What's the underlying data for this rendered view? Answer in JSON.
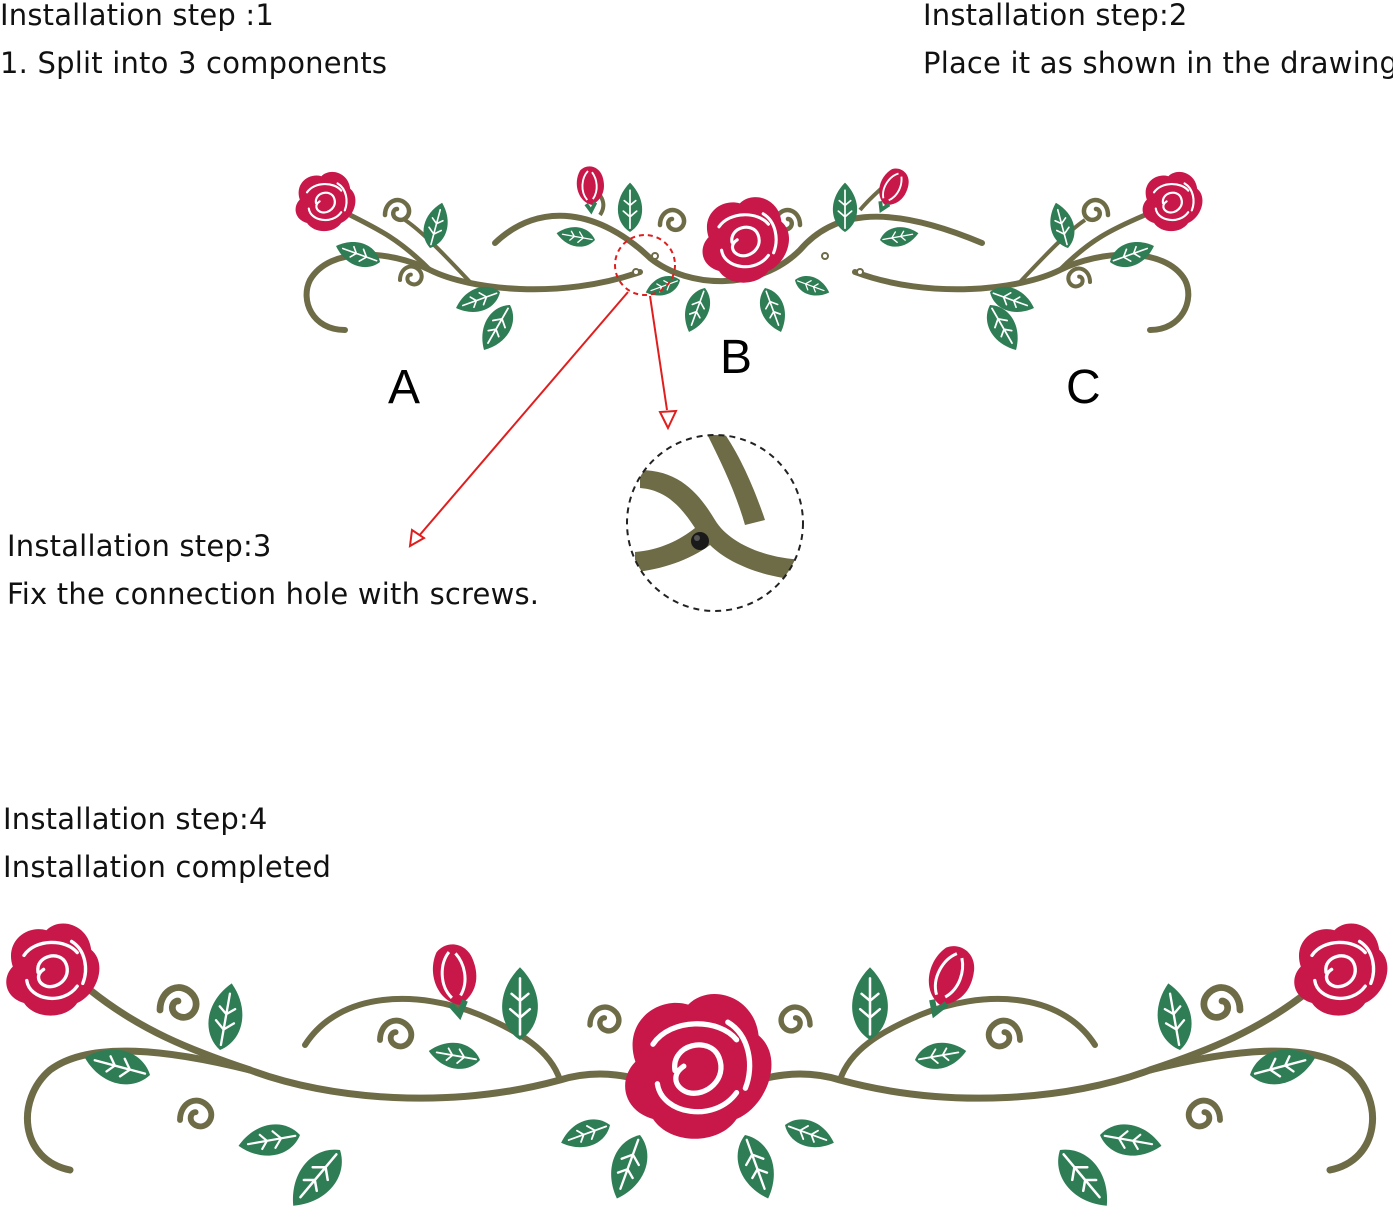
{
  "step1": {
    "title": "Installation step :1",
    "desc": "1. Split into 3 components"
  },
  "step2": {
    "title": "Installation step:2",
    "desc": "Place it as shown in the drawing."
  },
  "step3": {
    "title": "Installation step:3",
    "desc": "Fix the connection hole with screws."
  },
  "step4": {
    "title": "Installation step:4",
    "desc": "Installation completed"
  },
  "parts": {
    "a": "A",
    "b": "B",
    "c": "C"
  },
  "colors": {
    "stem": "#6e6b47",
    "leaf": "#2e7d55",
    "rose": "#c8184a",
    "arrow": "#e01e1e",
    "bolt": "#1a1a1a"
  }
}
